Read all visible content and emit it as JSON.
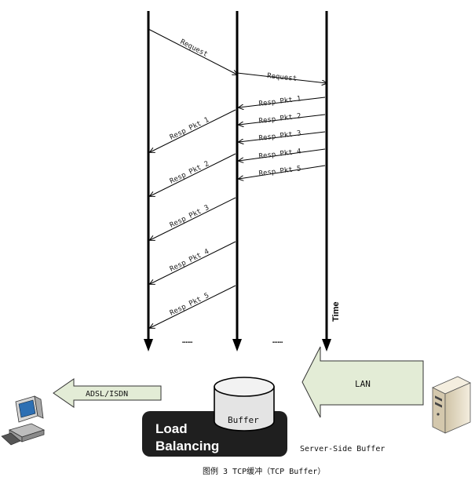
{
  "messages": {
    "request": "Request",
    "resp_packets": [
      "Resp Pkt 1",
      "Resp Pkt 2",
      "Resp Pkt 3",
      "Resp Pkt 4",
      "Resp Pkt 5"
    ]
  },
  "time_label": "Time",
  "ellipsis": "……",
  "lan_label": "LAN",
  "adsl_label": "ADSL/ISDN",
  "buffer_label": "Buffer",
  "load_balancing": {
    "line1": "Load",
    "line2": "Balancing"
  },
  "server_side_buffer": "Server-Side Buffer",
  "caption": "图例 3  TCP缓冲（TCP Buffer）",
  "colors": {
    "arrow_fill": "#e3ecd6",
    "lb_box": "#1f1f1f",
    "buffer_fill": "#e4e4e4"
  },
  "icons": [
    "desktop-computer-icon",
    "server-icon"
  ]
}
